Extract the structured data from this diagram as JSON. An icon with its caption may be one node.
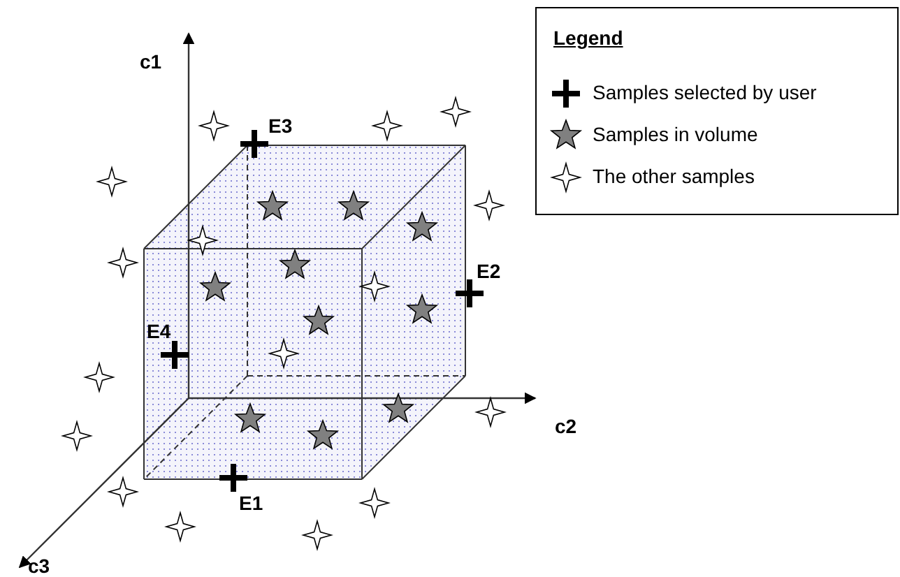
{
  "diagram": {
    "labels": [
      "c1",
      "Legend",
      "E3",
      "E2",
      "E4",
      "c2",
      "E1",
      "c3"
    ],
    "legend": [
      {
        "text": "Samples selected by user"
      },
      {
        "text": "Samples in volume"
      },
      {
        "text": "The other samples"
      }
    ]
  }
}
